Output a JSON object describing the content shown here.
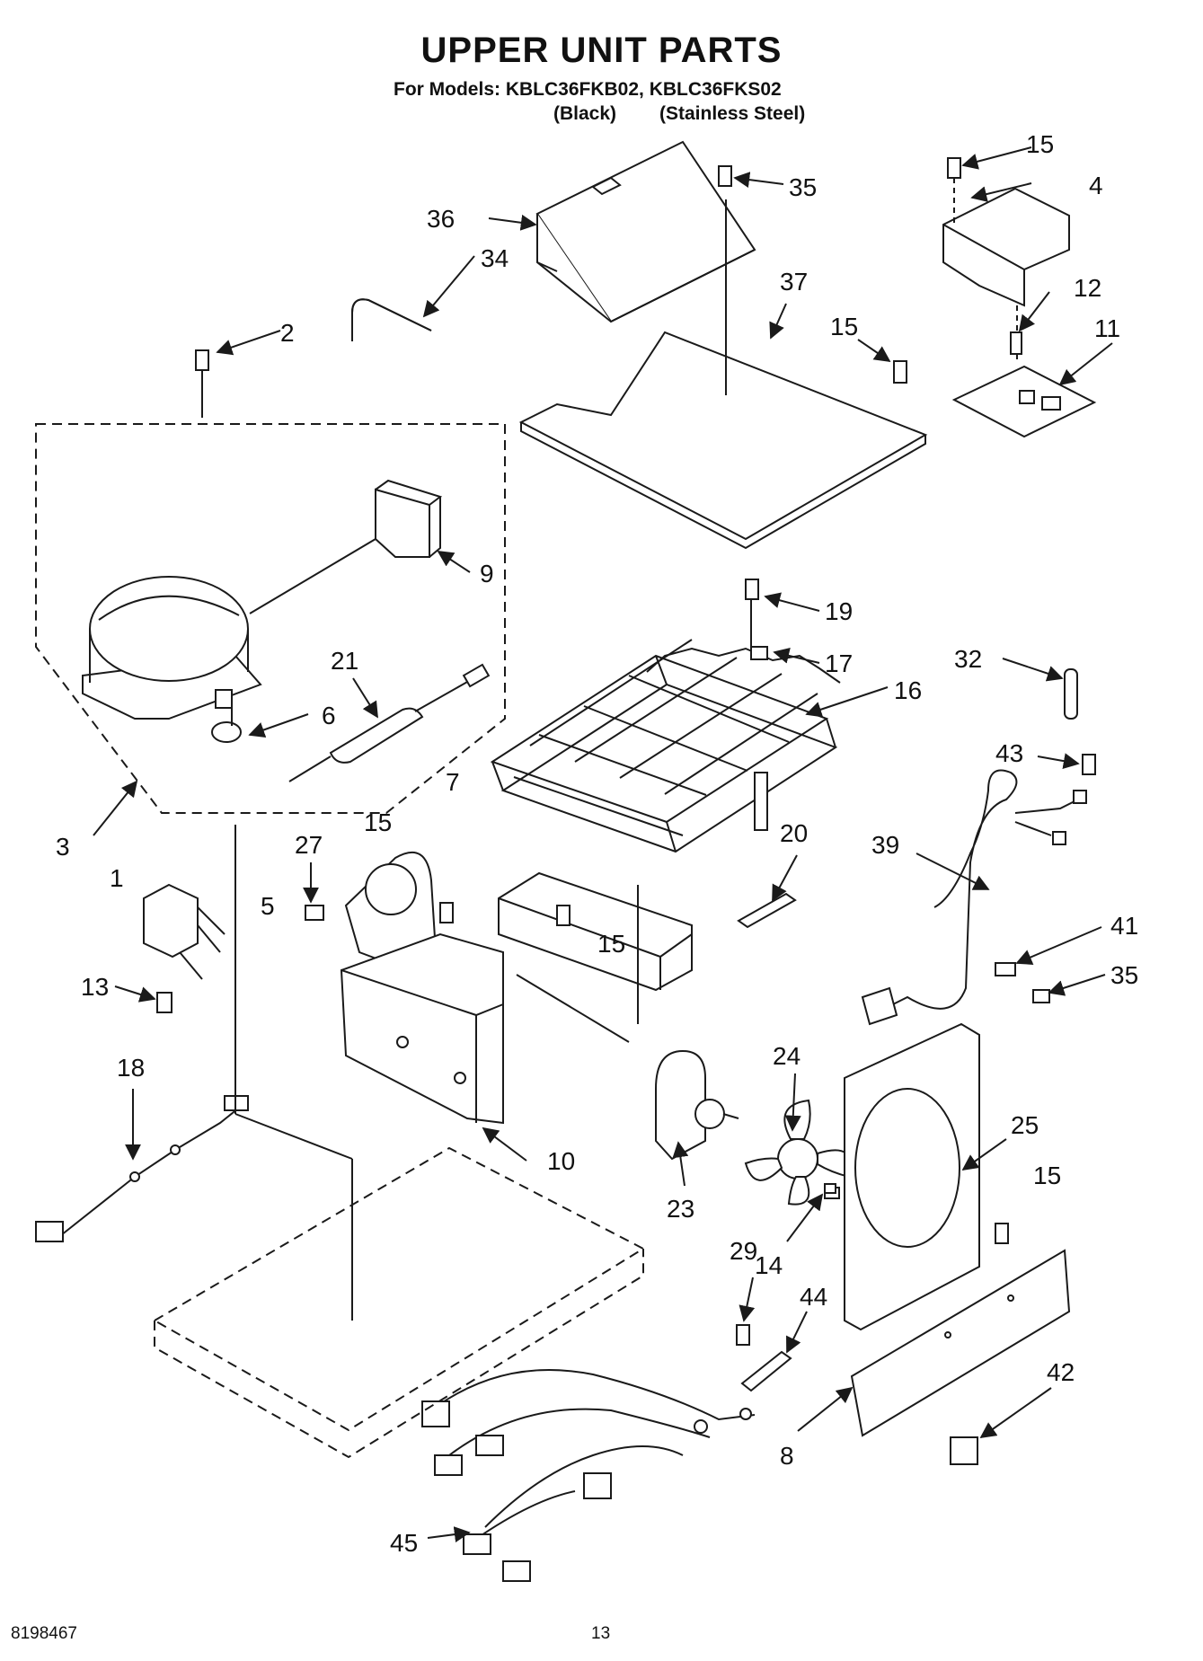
{
  "header": {
    "title": "UPPER UNIT PARTS",
    "models_line": "For Models: KBLC36FKB02, KBLC36FKS02",
    "variant_a": "(Black)",
    "variant_b": "(Stainless Steel)"
  },
  "footer": {
    "doc_number": "8198467",
    "page_number": "13"
  },
  "callouts": [
    "1",
    "2",
    "3",
    "4",
    "5",
    "6",
    "7",
    "8",
    "9",
    "10",
    "11",
    "12",
    "13",
    "14",
    "15",
    "16",
    "17",
    "18",
    "19",
    "20",
    "21",
    "23",
    "24",
    "25",
    "27",
    "29",
    "32",
    "34",
    "35",
    "36",
    "37",
    "39",
    "41",
    "42",
    "43",
    "44",
    "45"
  ]
}
